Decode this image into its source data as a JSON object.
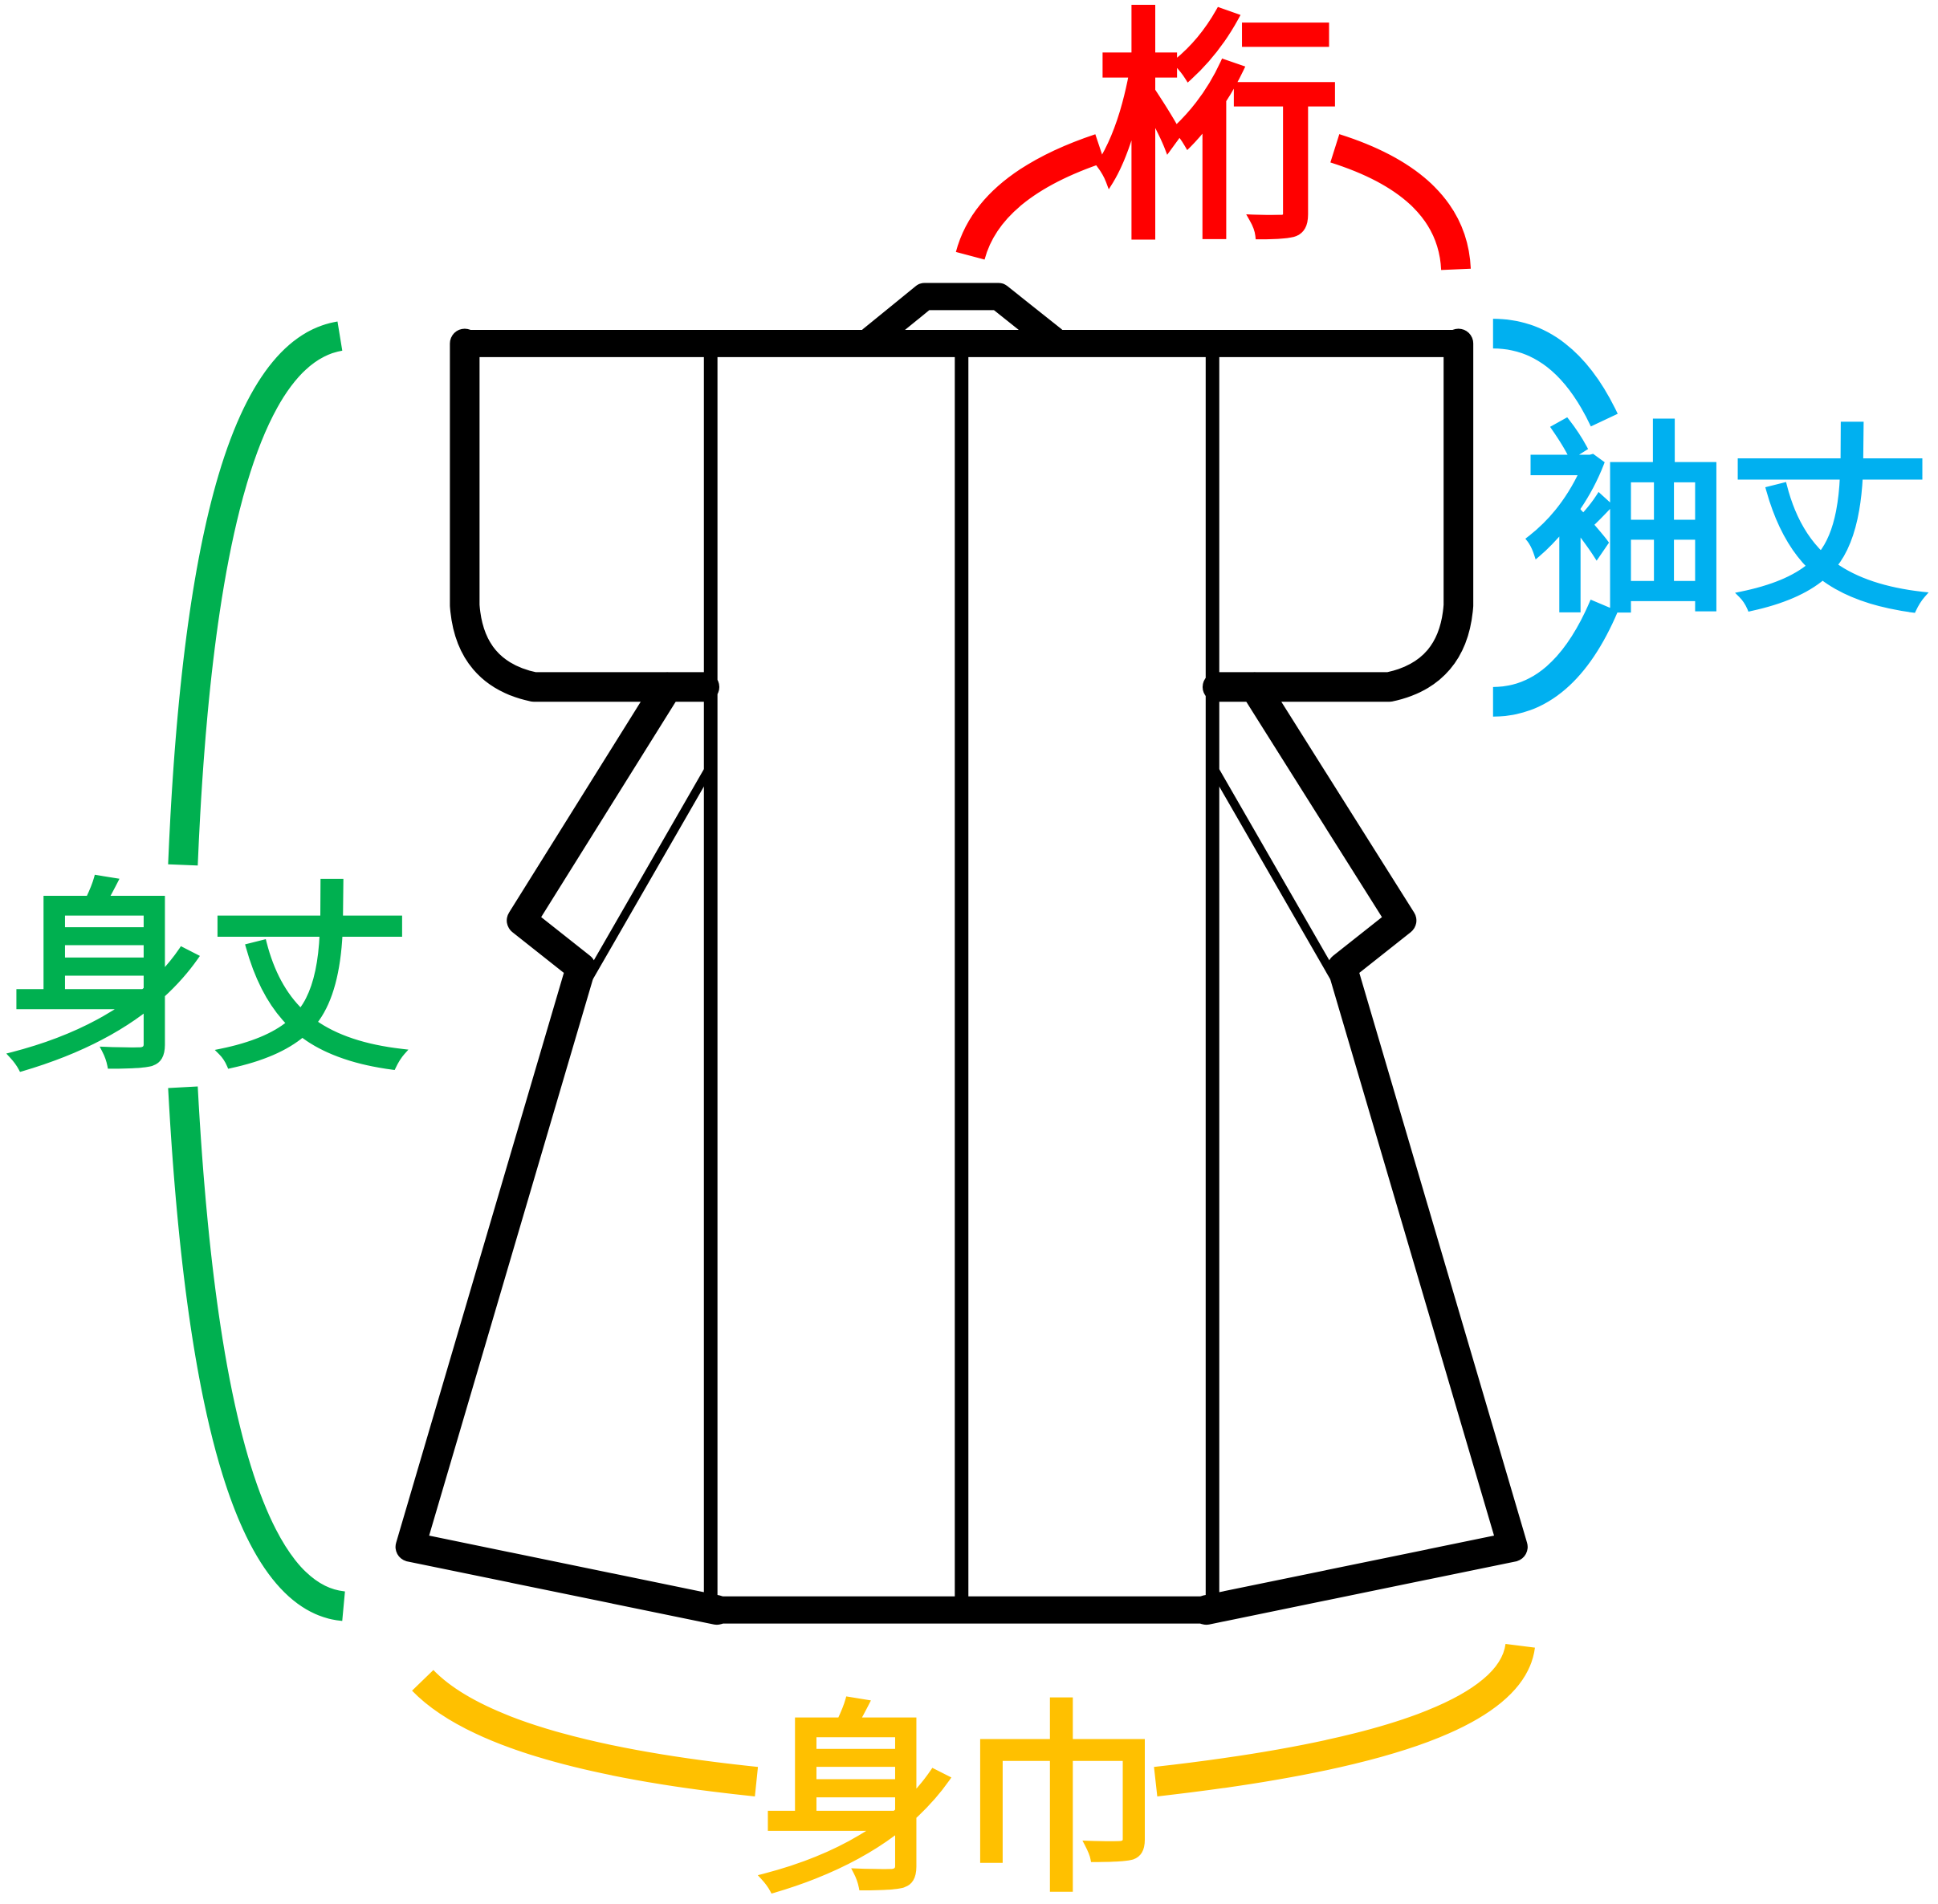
{
  "diagram": {
    "subject": "kimono",
    "labels": {
      "kitake": {
        "text": "身丈",
        "color": "#00b050"
      },
      "yuki": {
        "text": "桁",
        "color": "#ff0000"
      },
      "sodetake": {
        "text": "袖丈",
        "color": "#00b0f0"
      },
      "mihaba": {
        "text": "身巾",
        "color": "#ffc000"
      }
    }
  }
}
